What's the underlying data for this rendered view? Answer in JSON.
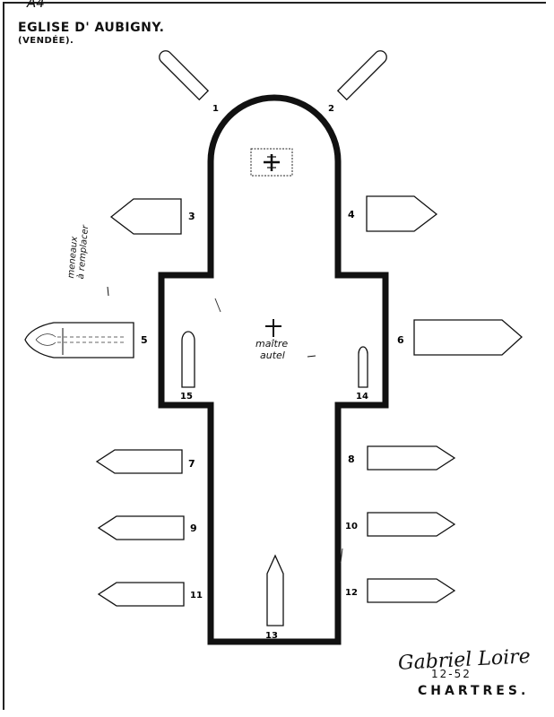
{
  "sheet_ref": "A4",
  "title": "EGLISE D' AUBIGNY.",
  "subtitle": "(VENDÉE).",
  "altar_label": [
    "maître",
    "autel"
  ],
  "side_note": [
    "meneaux",
    "à remplacer"
  ],
  "signature": "Gabriel Loire",
  "date": "12-52",
  "city": "CHARTRES.",
  "window_numbers": [
    "1",
    "2",
    "3",
    "4",
    "5",
    "6",
    "7",
    "8",
    "9",
    "10",
    "11",
    "12",
    "13",
    "14",
    "15"
  ]
}
